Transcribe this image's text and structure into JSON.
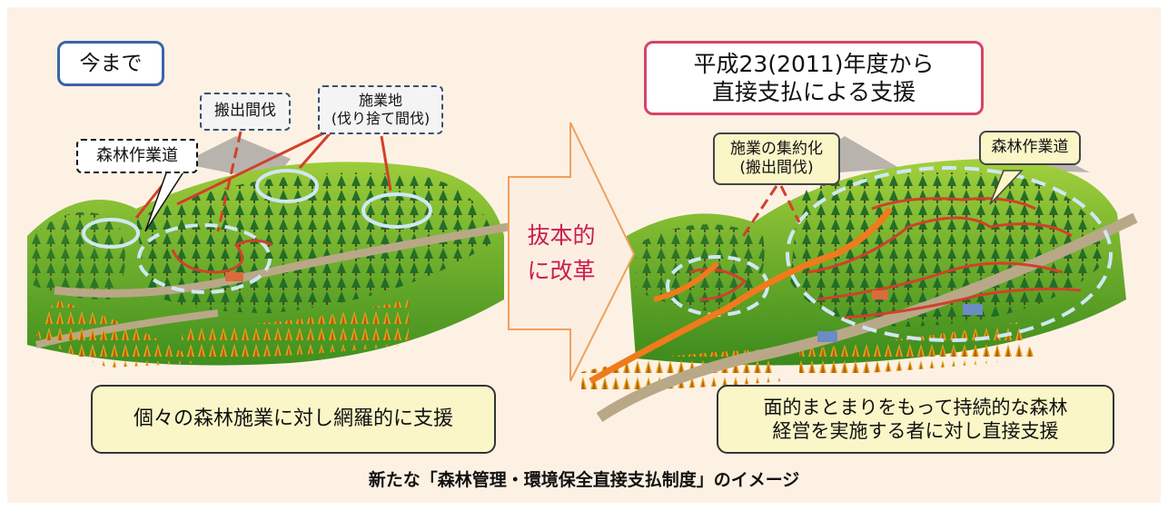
{
  "left_panel": {
    "title": "今まで",
    "label_road": "森林作業道",
    "label_thinning": "搬出間伐",
    "label_site": "施業地\n(伐り捨て間伐)",
    "caption": "個々の森林施業に対し網羅的に支援"
  },
  "arrow": {
    "text": "抜本的\nに改革"
  },
  "right_panel": {
    "title": "平成23(2011)年度から\n直接支払による支援",
    "label_consolidation": "施業の集約化\n(搬出間伐)",
    "label_road": "森林作業道",
    "caption": "面的まとまりをもって持続的な森林\n経営を実施する者に対し直接支援"
  },
  "figure_caption": "新たな「森林管理・環境保全直接支払制度」のイメージ",
  "colors": {
    "background": "#fdf1e4",
    "left_title_border": "#3a64a8",
    "right_title_border": "#d5446a",
    "arrow_text": "#c81e4e",
    "road_red": "#d0412b",
    "road_orange": "#ef7b1c",
    "circle": "#cfe7f5"
  }
}
